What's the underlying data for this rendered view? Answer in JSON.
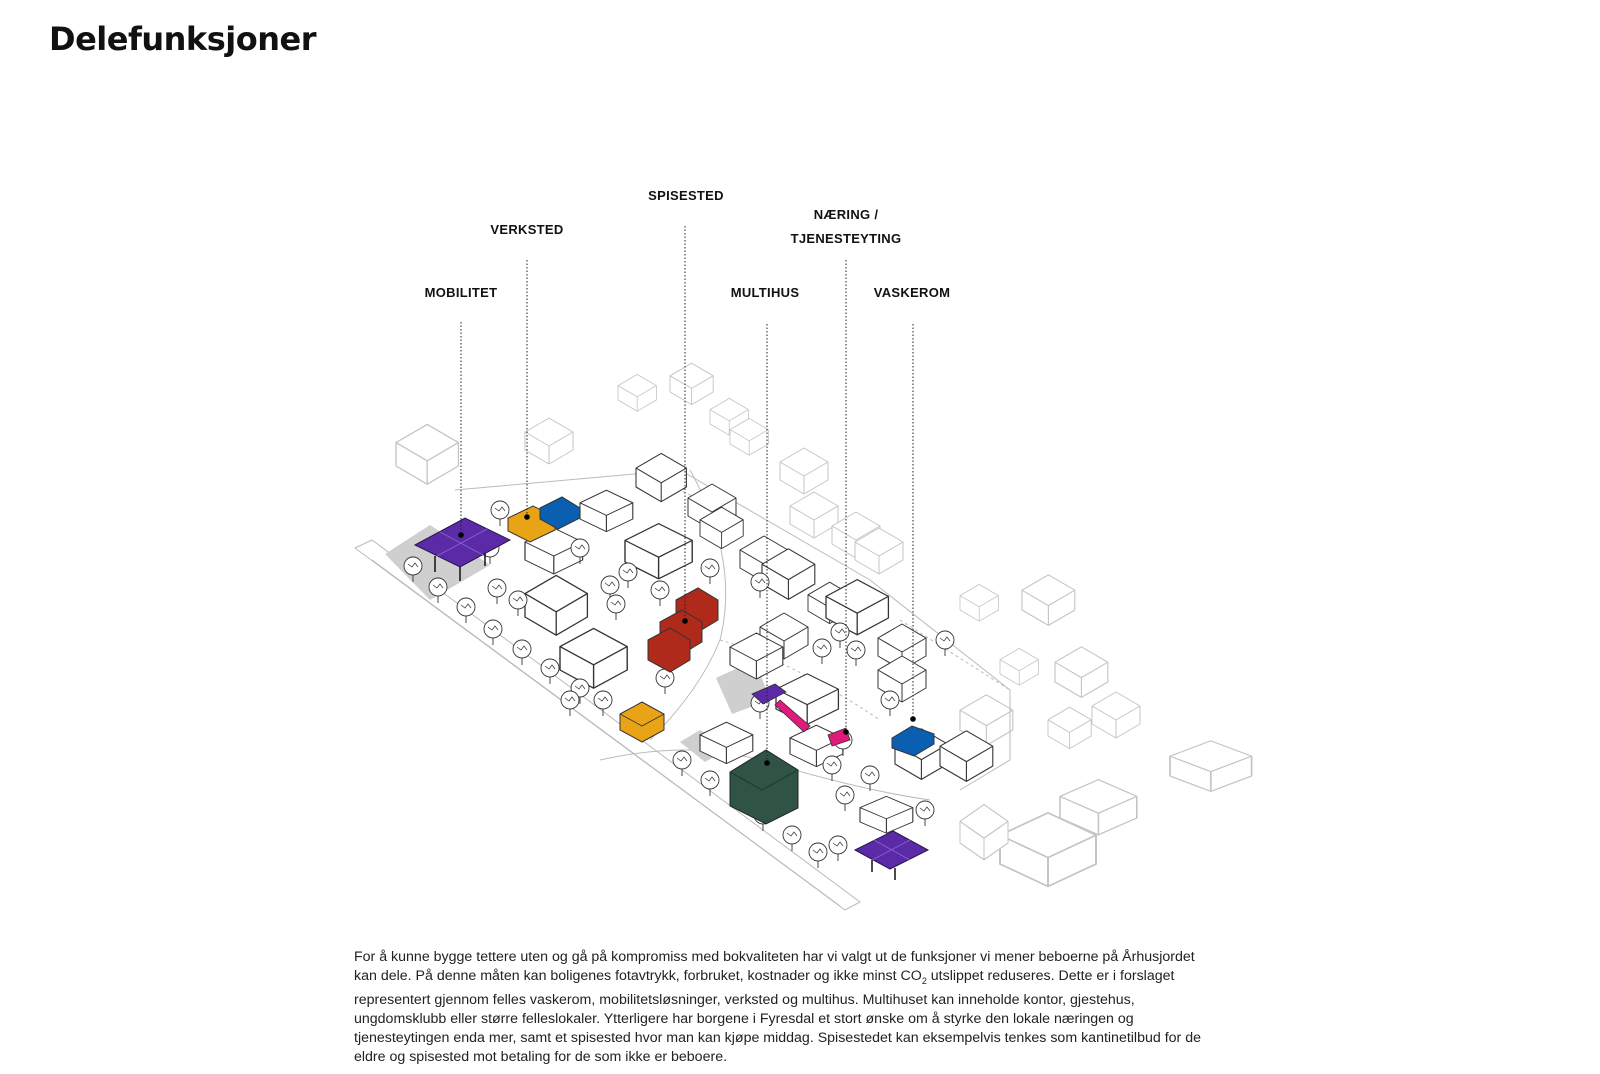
{
  "title": "Delefunksjoner",
  "labels": {
    "mobilitet": "MOBILITET",
    "verksted": "VERKSTED",
    "spisested": "SPISESTED",
    "naering_line1": "NÆRING /",
    "naering_line2": "TJENESTEYTING",
    "multihus": "MULTIHUS",
    "vaskerom": "VASKEROM"
  },
  "colors": {
    "mobilitet": "#5b2aa6",
    "verksted": "#e8a317",
    "vaskerom": "#0a5fb0",
    "spisested": "#b02a1c",
    "multihus": "#2f5446",
    "naering": "#e01a7a",
    "ground": "#cfcfcf",
    "outline": "#333333"
  },
  "description": {
    "line1": "For å kunne bygge tettere uten og gå på kompromiss med bokvaliteten har vi valgt ut de funksjoner vi mener beboerne på Århusjordet",
    "line2a": "kan dele. På denne måten kan boligenes fotavtrykk, forbruket, kostnader og ikke minst CO",
    "line2sub": "2",
    "line2b": " utslippet reduseres. Dette er i forslaget",
    "line3": "representert gjennom felles vaskerom, mobilitetsløsninger, verksted og multihus. Multihuset kan inneholde kontor, gjestehus,",
    "line4": "ungdomsklubb eller større felleslokaler. Ytterligere har borgene i Fyresdal et stort ønske om å styrke den lokale næringen og",
    "line5": "tjenesteytingen enda mer, samt et spisested hvor man kan kjøpe middag. Spisestedet kan eksempelvis tenkes som kantinetilbud for de",
    "line6": "eldre og spisested mot betaling for de som ikke er beboere."
  }
}
